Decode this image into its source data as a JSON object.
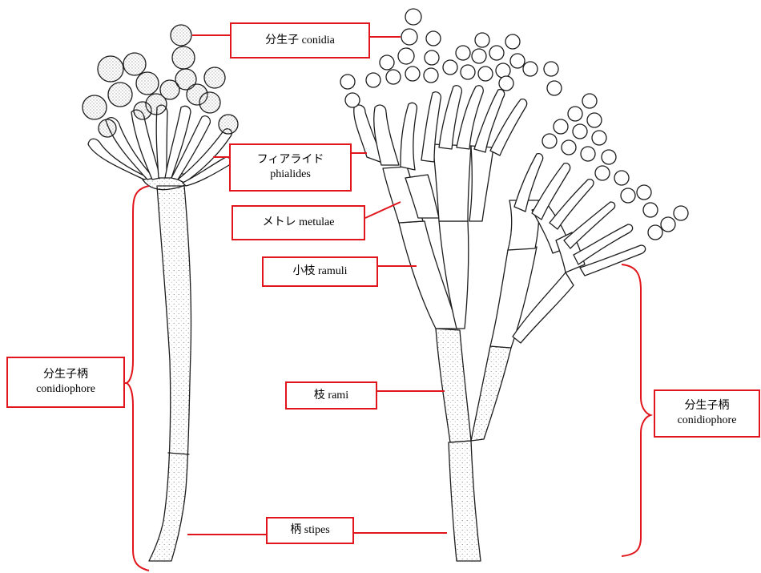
{
  "colors": {
    "accent": "#e0161c",
    "ink": "#1c1c1c",
    "stipple": "#555555"
  },
  "labels": {
    "conidia": {
      "ja": "分生子",
      "en": "conidia"
    },
    "phialides": {
      "ja": "フィアライド",
      "en": "phialides"
    },
    "metulae": {
      "ja": "メトレ",
      "en": "metulae"
    },
    "ramuli": {
      "ja": "小枝",
      "en": "ramuli"
    },
    "rami": {
      "ja": "枝",
      "en": "rami"
    },
    "stipes": {
      "ja": "柄",
      "en": "stipes"
    },
    "conidiophore_left": {
      "ja": "分生子柄",
      "en": "conidiophore"
    },
    "conidiophore_right": {
      "ja": "分生子柄",
      "en": "conidiophore"
    }
  }
}
